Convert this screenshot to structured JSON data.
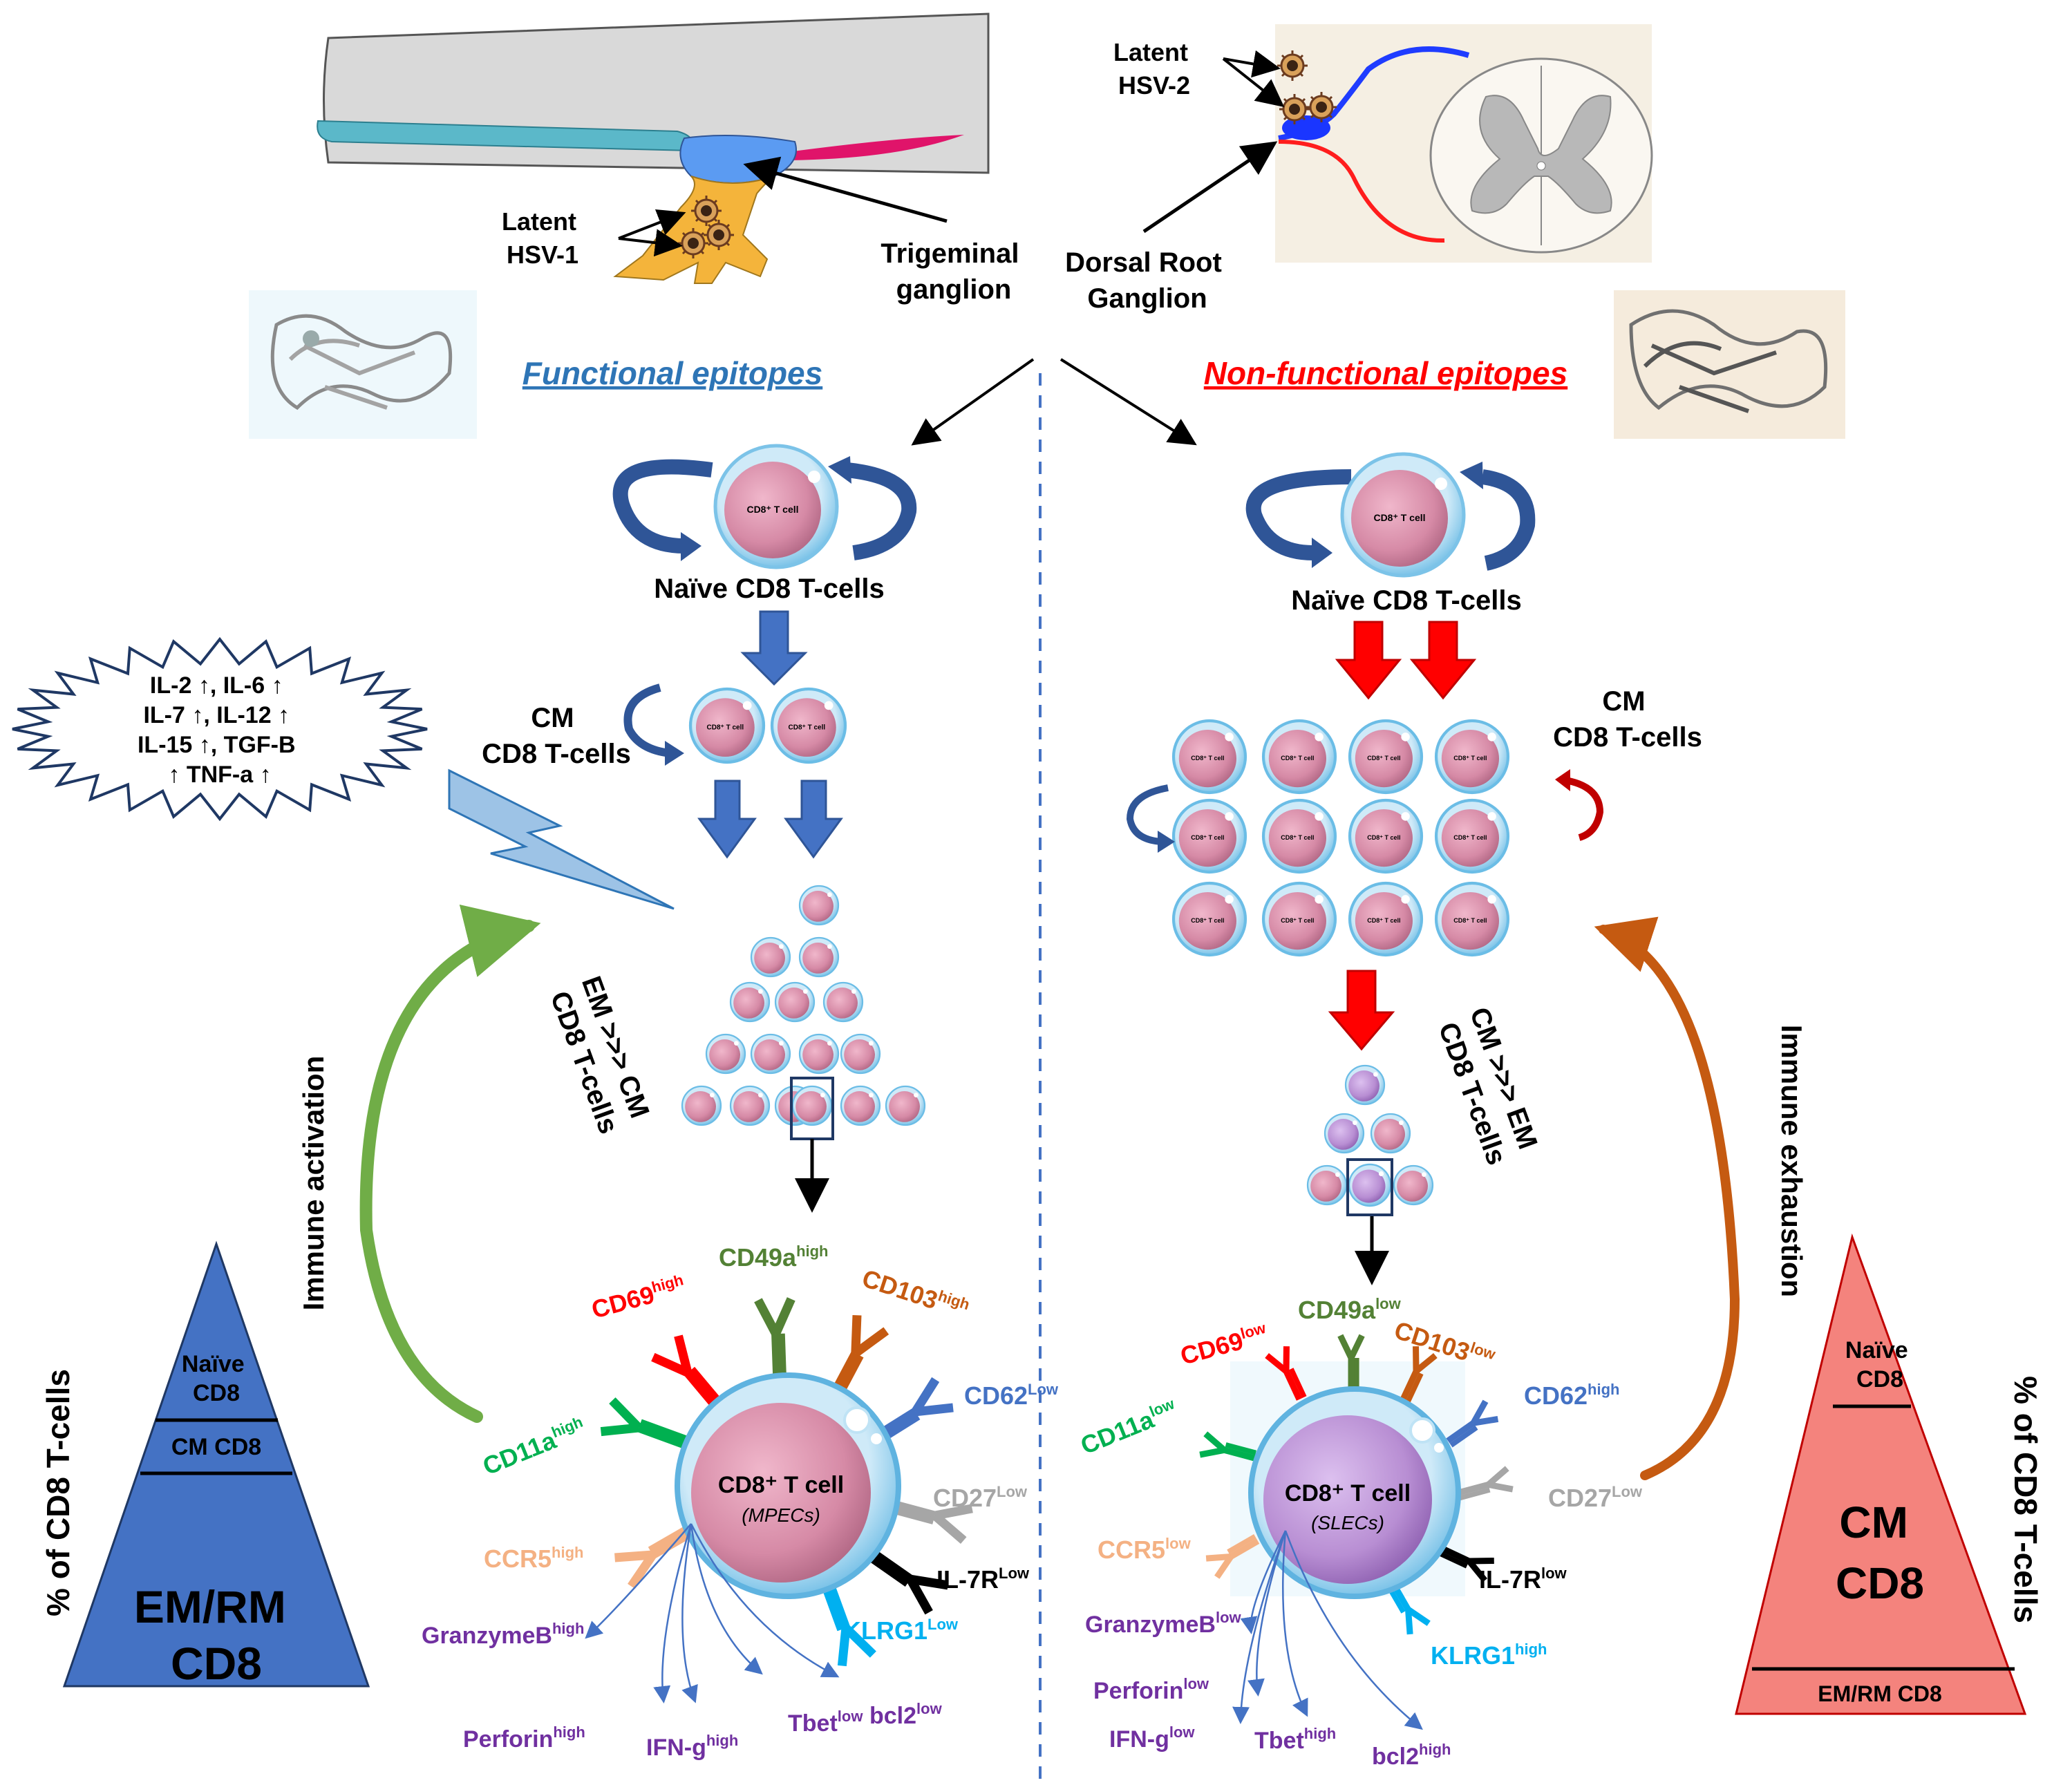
{
  "anatomy": {
    "latent_hsv1": [
      "Latent",
      "HSV-1"
    ],
    "trigeminal": [
      "Trigeminal",
      "ganglion"
    ],
    "latent_hsv2": [
      "Latent",
      "HSV-2"
    ],
    "drg": [
      "Dorsal Root",
      "Ganglion"
    ]
  },
  "headings": {
    "functional": "Functional epitopes",
    "nonfunctional": "Non-functional epitopes"
  },
  "cell_label": "CD8⁺ T cell",
  "left": {
    "naive": "Naïve CD8 T-cells",
    "cm": [
      "CM",
      "CD8 T-cells"
    ],
    "em_cm": [
      "EM  >>> CM",
      "CD8 T-cells"
    ],
    "cytokines": [
      "IL-2 ↑, IL-6 ↑",
      "IL-7 ↑, IL-12 ↑",
      "IL-15 ↑, TGF-B",
      "↑ TNF-a ↑"
    ],
    "cycle_label": "Immune activation",
    "big_cell": {
      "title": "CD8⁺ T cell",
      "subtitle": "(MPECs)"
    },
    "markers": [
      {
        "id": "cd69",
        "name": "CD69",
        "level": "high",
        "color": "#ff0000"
      },
      {
        "id": "cd49a",
        "name": "CD49a",
        "level": "high",
        "color": "#538135"
      },
      {
        "id": "cd103",
        "name": "CD103",
        "level": "high",
        "color": "#c55a11"
      },
      {
        "id": "cd62",
        "name": "CD62",
        "level": "Low",
        "color": "#4472c4"
      },
      {
        "id": "cd27",
        "name": "CD27",
        "level": "Low",
        "color": "#a6a6a6"
      },
      {
        "id": "il7r",
        "name": "IL-7R",
        "level": "Low",
        "color": "#000000"
      },
      {
        "id": "klrg1",
        "name": "KLRG1",
        "level": "Low",
        "color": "#00b0f0"
      },
      {
        "id": "ccr5",
        "name": "CCR5",
        "level": "high",
        "color": "#f4b183"
      },
      {
        "id": "cd11a",
        "name": "CD11a",
        "level": "high",
        "color": "#00b050"
      }
    ],
    "effectors": [
      {
        "id": "granzyme",
        "name": "GranzymeB",
        "level": "high"
      },
      {
        "id": "perforin",
        "name": "Perforin",
        "level": "high"
      },
      {
        "id": "ifng",
        "name": "IFN-g",
        "level": "high"
      },
      {
        "id": "tbet",
        "name": "Tbet",
        "level": "low"
      },
      {
        "id": "bcl2",
        "name": "bcl2",
        "level": "low"
      }
    ],
    "pyramid": {
      "axis": "% of CD8 T-cells",
      "top": [
        "Naïve",
        "CD8"
      ],
      "middle": "CM CD8",
      "bottom": [
        "EM/RM",
        "CD8"
      ],
      "color": "#4472c4"
    }
  },
  "right": {
    "naive": "Naïve CD8 T-cells",
    "cm": [
      "CM",
      "CD8 T-cells"
    ],
    "cm_em": [
      "CM >>> EM",
      "CD8 T-cells"
    ],
    "cycle_label": "Immune exhaustion",
    "big_cell": {
      "title": "CD8⁺ T cell",
      "subtitle": "(SLECs)"
    },
    "markers": [
      {
        "id": "cd69",
        "name": "CD69",
        "level": "low",
        "color": "#ff0000"
      },
      {
        "id": "cd49a",
        "name": "CD49a",
        "level": "low",
        "color": "#538135"
      },
      {
        "id": "cd103",
        "name": "CD103",
        "level": "low",
        "color": "#c55a11"
      },
      {
        "id": "cd62",
        "name": "CD62",
        "level": "high",
        "color": "#4472c4"
      },
      {
        "id": "cd27",
        "name": "CD27",
        "level": "Low",
        "color": "#a6a6a6"
      },
      {
        "id": "il7r",
        "name": "IL-7R",
        "level": "low",
        "color": "#000000"
      },
      {
        "id": "klrg1",
        "name": "KLRG1",
        "level": "high",
        "color": "#00b0f0"
      },
      {
        "id": "ccr5",
        "name": "CCR5",
        "level": "low",
        "color": "#f4b183"
      },
      {
        "id": "cd11a",
        "name": "CD11a",
        "level": "low",
        "color": "#00b050"
      }
    ],
    "effectors": [
      {
        "id": "granzyme",
        "name": "GranzymeB",
        "level": "low"
      },
      {
        "id": "perforin",
        "name": "Perforin",
        "level": "low"
      },
      {
        "id": "ifng",
        "name": "IFN-g",
        "level": "low"
      },
      {
        "id": "tbet",
        "name": "Tbet",
        "level": "high"
      },
      {
        "id": "bcl2",
        "name": "bcl2",
        "level": "high"
      }
    ],
    "pyramid": {
      "axis": "% of CD8 T-cells",
      "top": [
        "Naïve",
        "CD8"
      ],
      "middle": [
        "CM",
        "CD8"
      ],
      "bottom": "EM/RM CD8",
      "color": "#f4837d"
    }
  },
  "colors": {
    "accent_blue": "#4472c4",
    "accent_red": "#ff0000",
    "cell_pink": "#d58aa5",
    "cell_purple": "#b88ed3",
    "effector_purple": "#7030a0",
    "activation_green": "#70ad47",
    "exhaustion_orange": "#c55a11"
  }
}
